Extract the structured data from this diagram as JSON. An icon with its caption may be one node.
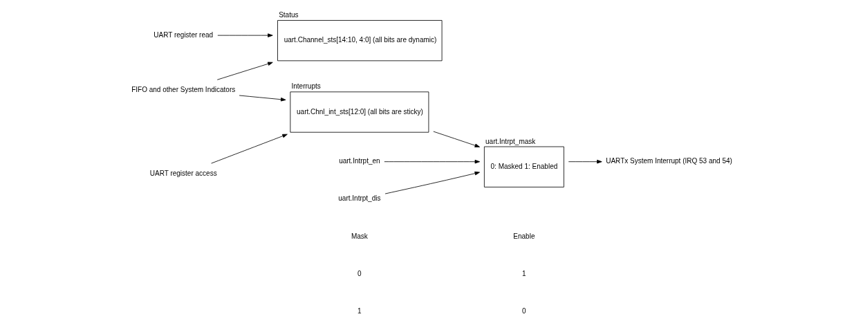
{
  "diagram": {
    "nodes": [
      {
        "text": [
          "UART register read"
        ]
      },
      {
        "text": [
          "Status",
          "uart.Channel_sts[14:10, 4:0] (all bits are dynamic)"
        ]
      },
      {
        "text": [
          "FIFO and other System Indicators"
        ]
      },
      {
        "text": [
          "Interrupts",
          "uart.Chnl_int_sts[12:0] (all bits are sticky)"
        ]
      },
      {
        "text": [
          "UART register access"
        ]
      },
      {
        "text": [
          "uart.Intrpt_mask",
          "0: Masked 1: Enabled"
        ]
      },
      {
        "text": [
          "UARTx System Interrupt (IRQ 53 and 54)"
        ]
      },
      {
        "text": [
          "uart.Intrpt_en"
        ]
      },
      {
        "text": [
          "uart.Intrpt_dis"
        ]
      }
    ],
    "edges": [
      {
        "from": 0,
        "to": 1,
        "arrow": "to"
      },
      {
        "from": 2,
        "to": 1,
        "arrow": "to"
      },
      {
        "from": 2,
        "to": 3,
        "arrow": "to"
      },
      {
        "from": 4,
        "to": 3,
        "arrow": "to"
      },
      {
        "from": 3,
        "to": 5,
        "arrow": "to"
      },
      {
        "from": 5,
        "to": 6,
        "arrow": "to"
      },
      {
        "from": 7,
        "to": 5,
        "arrow": "to"
      },
      {
        "from": 8,
        "to": 5,
        "arrow": "to"
      }
    ],
    "labels": [
      "Mask",
      "Enable",
      "0",
      "1",
      "1",
      "0"
    ]
  }
}
